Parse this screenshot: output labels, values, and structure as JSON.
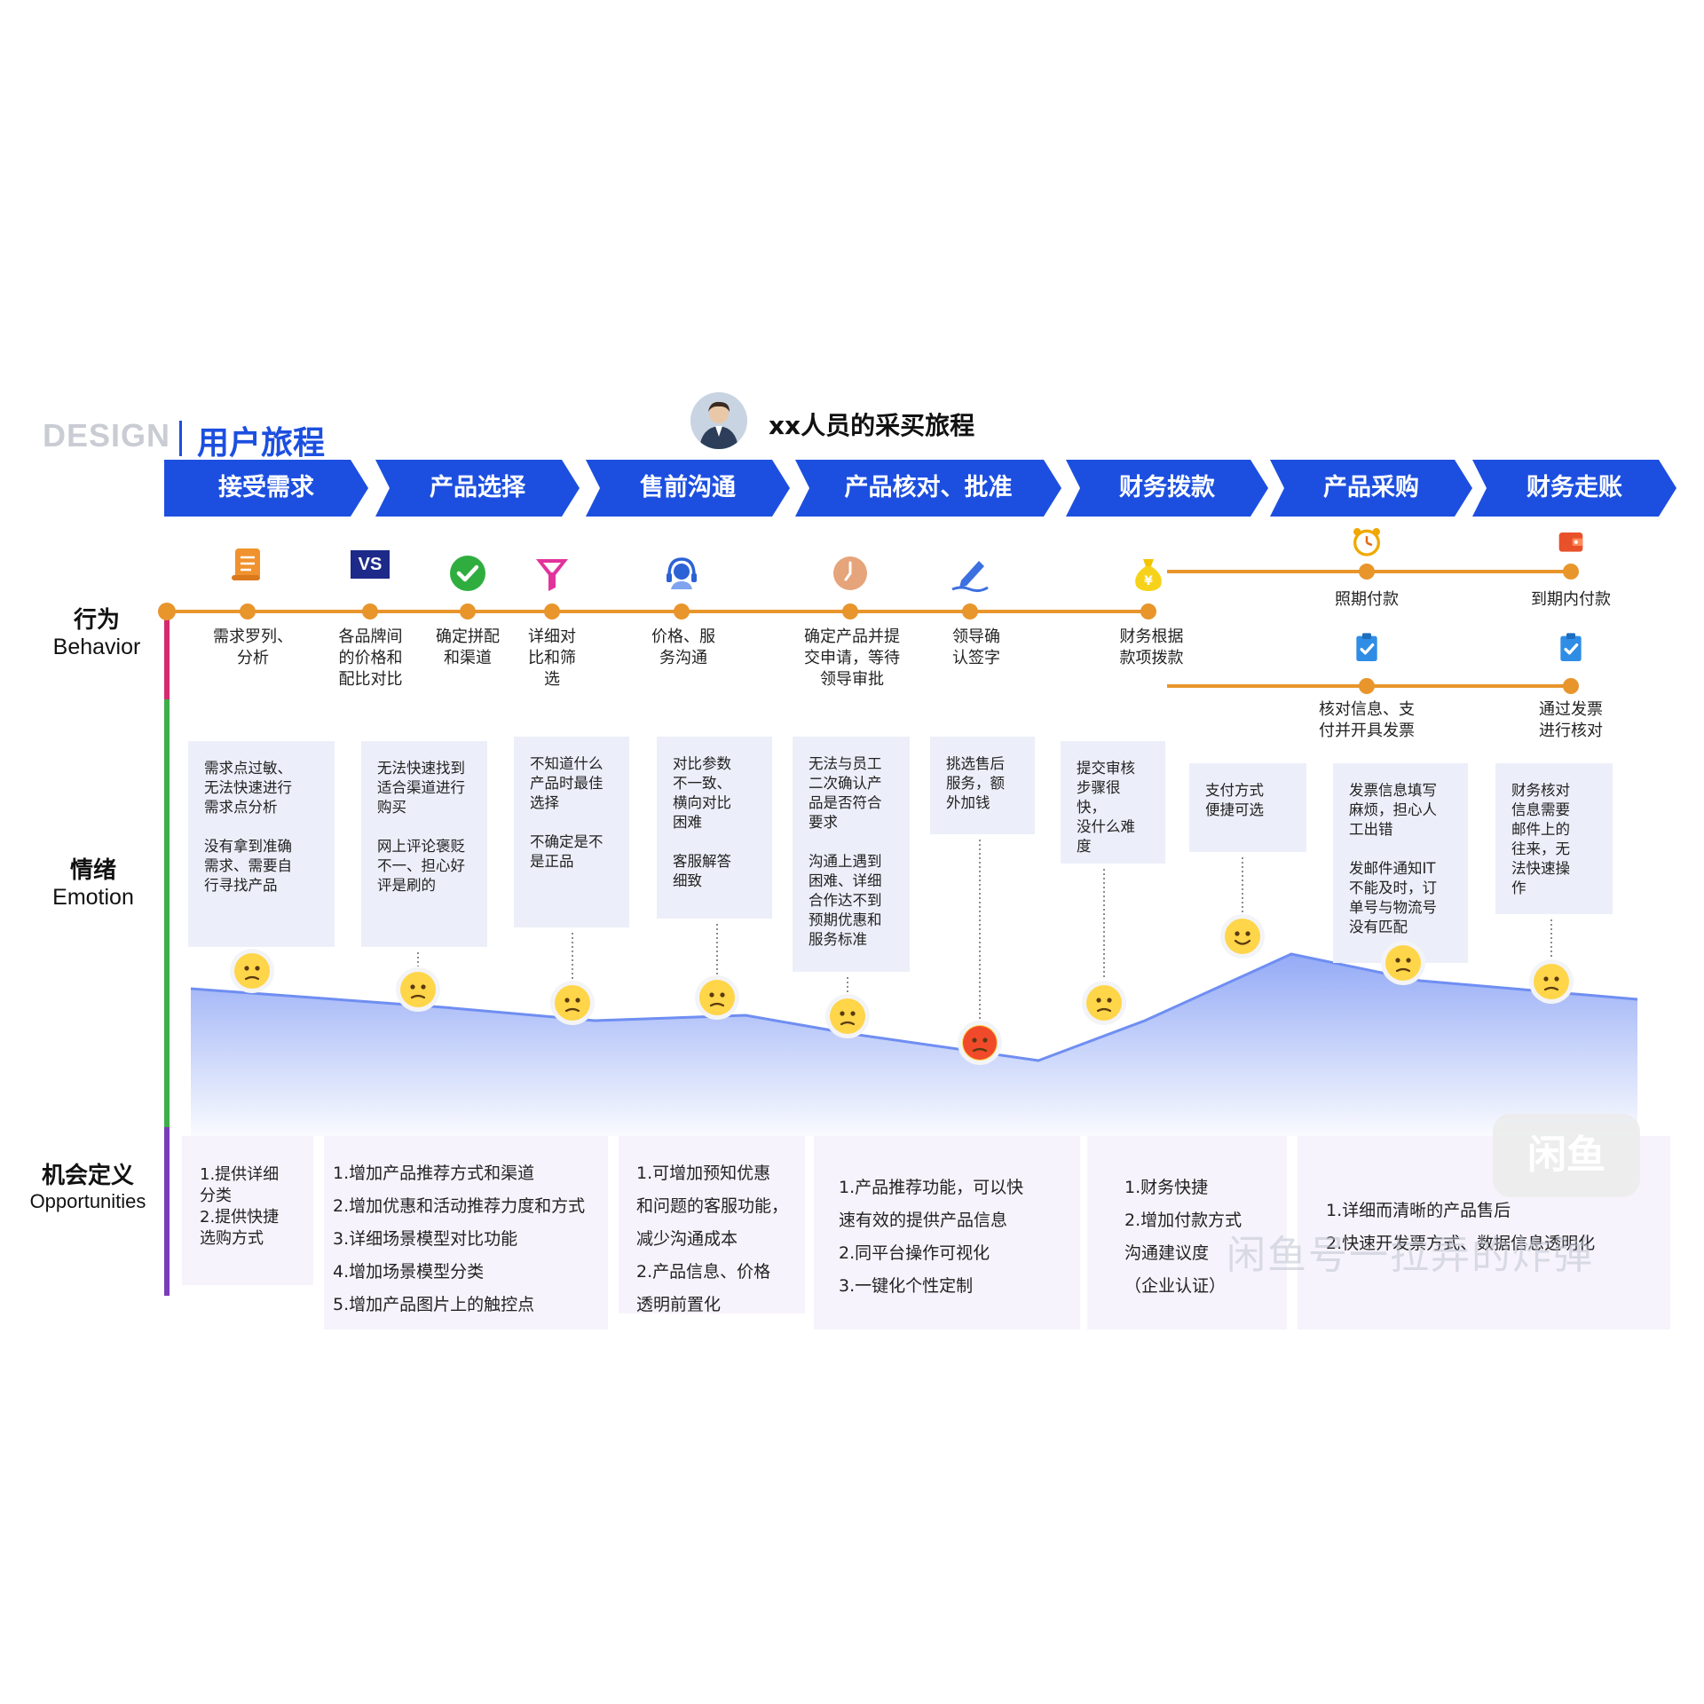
{
  "brand": {
    "design": "DESIGN",
    "title": "用户旅程"
  },
  "main_title": "xx人员的采买旅程",
  "colors": {
    "primary_blue": "#1c4fe0",
    "timeline_orange": "#e8952c",
    "emotion_area": "#8ea6f5",
    "card_bg": "#eceff9"
  },
  "stages": [
    "接受需求",
    "产品选择",
    "售前沟通",
    "产品核对、批准",
    "财务拨款",
    "产品采购",
    "财务走账"
  ],
  "row_labels": {
    "behavior": {
      "cn": "行为",
      "en": "Behavior"
    },
    "emotion": {
      "cn": "情绪",
      "en": "Emotion"
    },
    "opportunities": {
      "cn": "机会定义",
      "en": "Opportunities"
    }
  },
  "behaviors": [
    {
      "icon": "document-scroll-icon",
      "text": "需求罗列、\n分析"
    },
    {
      "icon": "vs-badge-icon",
      "badge": "VS",
      "text": "各品牌间\n的价格和\n配比对比"
    },
    {
      "icon": "green-check-icon",
      "text": "确定拼配\n和渠道"
    },
    {
      "icon": "filter-funnel-icon",
      "text": "详细对\n比和筛\n选"
    },
    {
      "icon": "customer-service-headset-icon",
      "text": "价格、服\n务沟通"
    },
    {
      "icon": "clock-icon",
      "text": "确定产品并提\n交申请，等待\n领导审批"
    },
    {
      "icon": "pen-sign-icon",
      "text": "领导确\n认签字"
    },
    {
      "icon": "money-bag-icon",
      "text": "财务根据\n款项拨款"
    }
  ],
  "branch_upper": [
    {
      "icon": "alarm-clock-icon",
      "text": "照期付款"
    },
    {
      "icon": "wallet-icon",
      "text": "到期内付款"
    }
  ],
  "branch_lower": [
    {
      "icon": "clipboard-check-icon",
      "text": "核对信息、支\n付并开具发票"
    },
    {
      "icon": "clipboard-check-icon",
      "text": "通过发票\n进行核对"
    }
  ],
  "emotion_cards": [
    "需求点过敏、\n无法快速进行\n需求点分析\n\n没有拿到准确\n需求、需要自\n行寻找产品",
    "无法快速找到\n适合渠道进行\n购买\n\n网上评论褒贬\n不一、担心好\n评是刷的",
    "不知道什么\n产品时最佳\n选择\n\n不确定是不\n是正品",
    "对比参数\n不一致、\n横向对比\n困难\n\n客服解答\n细致",
    "无法与员工\n二次确认产\n品是否符合\n要求\n\n沟通上遇到\n困难、详细\n合作达不到\n预期优惠和\n服务标准",
    "挑选售后\n服务，额\n外加钱",
    "提交审核\n步骤很快，\n没什么难\n度",
    "支付方式\n便捷可选",
    "发票信息填写\n麻烦，担心人\n工出错\n\n发邮件通知IT\n不能及时，订\n单号与物流号\n没有匹配",
    "财务核对\n信息需要\n邮件上的\n往来，无\n法快速操\n作"
  ],
  "emotions": [
    {
      "name": "thinking-face-icon",
      "level": 0.62
    },
    {
      "name": "flushed-face-icon",
      "level": 0.55
    },
    {
      "name": "anxious-sweat-face-icon",
      "level": 0.5
    },
    {
      "name": "expressionless-face-icon",
      "level": 0.52
    },
    {
      "name": "tired-face-icon",
      "level": 0.45
    },
    {
      "name": "angry-face-icon",
      "level": 0.35
    },
    {
      "name": "relieved-smile-face-icon",
      "level": 0.5
    },
    {
      "name": "grinning-face-icon",
      "level": 0.75
    },
    {
      "name": "rolling-eyes-face-icon",
      "level": 0.65
    },
    {
      "name": "confounded-face-icon",
      "level": 0.58
    }
  ],
  "opportunities": [
    [
      "1.提供详细",
      "分类",
      "2.提供快捷",
      "选购方式"
    ],
    [
      "1.增加产品推荐方式和渠道",
      "2.增加优惠和活动推荐力度和方式",
      "3.详细场景模型对比功能",
      "4.增加场景模型分类",
      "5.增加产品图片上的触控点"
    ],
    [
      "1.可增加预知优惠",
      "和问题的客服功能，",
      "减少沟通成本",
      "2.产品信息、价格",
      "透明前置化"
    ],
    [
      "1.产品推荐功能，可以快",
      "速有效的提供产品信息",
      "2.同平台操作可视化",
      "3.一键化个性定制"
    ],
    [
      "1.财务快捷",
      "2.增加付款方式",
      "沟通建议度",
      "（企业认证）"
    ],
    [
      "1.详细而清晰的产品售后",
      "2.快速开发票方式、数据信息透明化"
    ]
  ],
  "watermark": {
    "logo": "闲鱼",
    "text": "闲鱼号一拉弄的炸弹"
  }
}
